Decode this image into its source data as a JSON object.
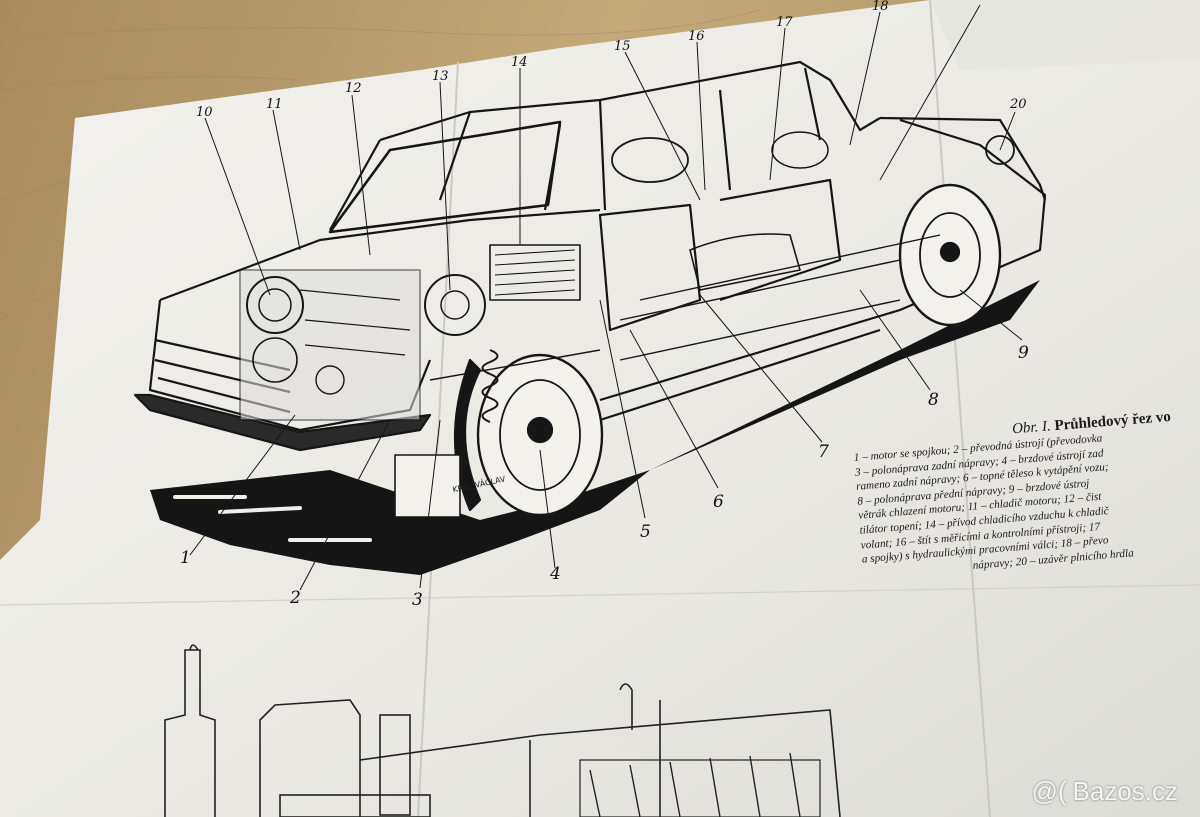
{
  "figure": {
    "callouts": {
      "bottom": [
        "1",
        "2",
        "3",
        "4",
        "5",
        "6",
        "7",
        "8",
        "9"
      ],
      "top": [
        "10",
        "11",
        "12",
        "13",
        "14",
        "15",
        "16",
        "17",
        "18",
        "20"
      ]
    },
    "caption": {
      "label": "Obr. I.",
      "title": "Průhledový řez vo",
      "lines": [
        "1 – motor se spojkou; 2 – převodná ústrojí (převodovka",
        "3 – polonáprava zadní nápravy; 4 – brzdové ústrojí zad",
        "rameno zadní nápravy; 6 – topné těleso k vytápění vozu;",
        "8 – polonáprava přední nápravy; 9 – brzdové ústroj",
        "větrák chlazení motoru; 11 – chladič motoru; 12 – čist",
        "tilátor topení; 14 – přívod chladicího vzduchu k chladič",
        "volant; 16 – štít s měřicími a kontrolními přístroji; 17",
        "a spojky) s hydraulickými pracovními válci; 18 – převo",
        "nápravy; 20 – uzávěr plnicího hrdla"
      ]
    },
    "stamp": "KRÁL VÁCLAV"
  },
  "watermark": {
    "text": "Bazos.cz",
    "symbol": "@("
  },
  "colors": {
    "table": "#b89e72",
    "paper": "#ecebe6",
    "ink": "#161616"
  }
}
